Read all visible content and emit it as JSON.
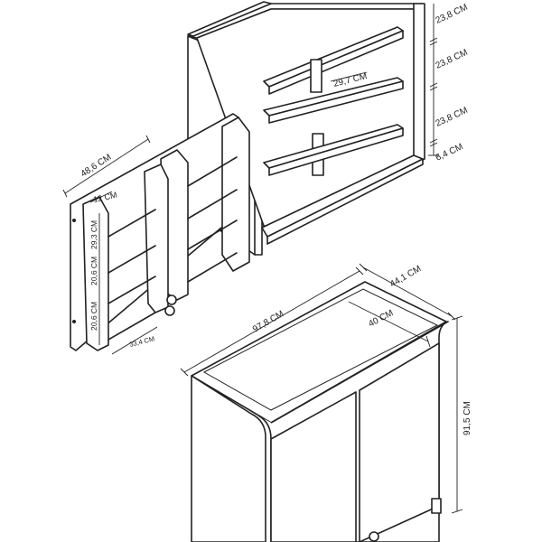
{
  "open_unit": {
    "shelf_spacing_1": "23,8 CM",
    "shelf_spacing_2": "23,8 CM",
    "shelf_spacing_3": "23,8 CM",
    "base_height": "6,4 CM",
    "inner_depth": "29,7 CM"
  },
  "spice_rack": {
    "width": "48,6 CM",
    "side_depth": "12 CM",
    "top_spacing": "29,3 CM",
    "middle_spacing": "20,6 CM",
    "bottom_spacing": "20,6 CM",
    "inner_width": "33,4 CM"
  },
  "cabinet": {
    "width": "97,8 CM",
    "depth": "44,1 CM",
    "inner_depth": "40 CM",
    "height": "91,5 CM"
  }
}
